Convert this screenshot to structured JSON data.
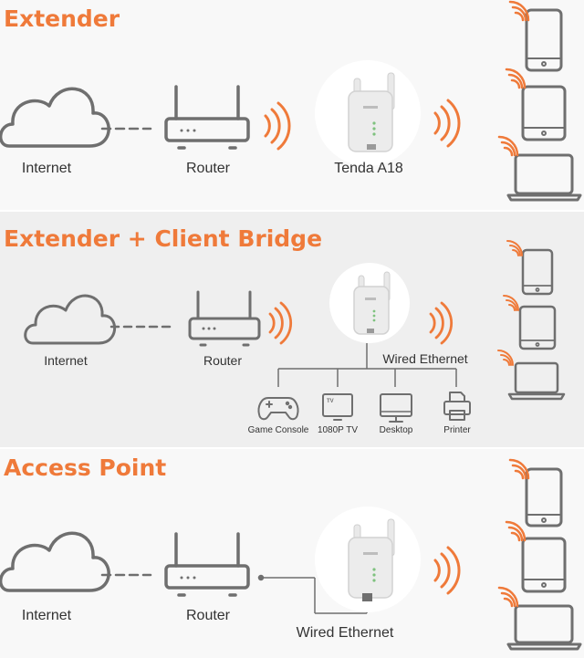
{
  "sections": {
    "extender": {
      "title": "Extender",
      "labels": {
        "internet": "Internet",
        "router": "Router",
        "device": "Tenda A18"
      }
    },
    "bridge": {
      "title": "Extender + Client Bridge",
      "labels": {
        "internet": "Internet",
        "router": "Router",
        "wired": "Wired Ethernet",
        "game_console": "Game Console",
        "tv": "1080P TV",
        "desktop": "Desktop",
        "printer": "Printer"
      },
      "tv_badge": "TV"
    },
    "access_point": {
      "title": "Access Point",
      "labels": {
        "internet": "Internet",
        "router": "Router",
        "wired": "Wired Ethernet"
      }
    }
  },
  "colors": {
    "accent": "#ef7a3a",
    "icon_stroke": "#6f6f6f",
    "wifi": "#ef7a3a",
    "panel_light": "#f8f8f8",
    "panel_mid": "#efefef"
  },
  "icons": [
    "cloud-icon",
    "router-icon",
    "wifi-waves-icon",
    "range-extender-icon",
    "phone-icon",
    "tablet-icon",
    "laptop-icon",
    "gamepad-icon",
    "tv-icon",
    "monitor-icon",
    "printer-icon"
  ]
}
